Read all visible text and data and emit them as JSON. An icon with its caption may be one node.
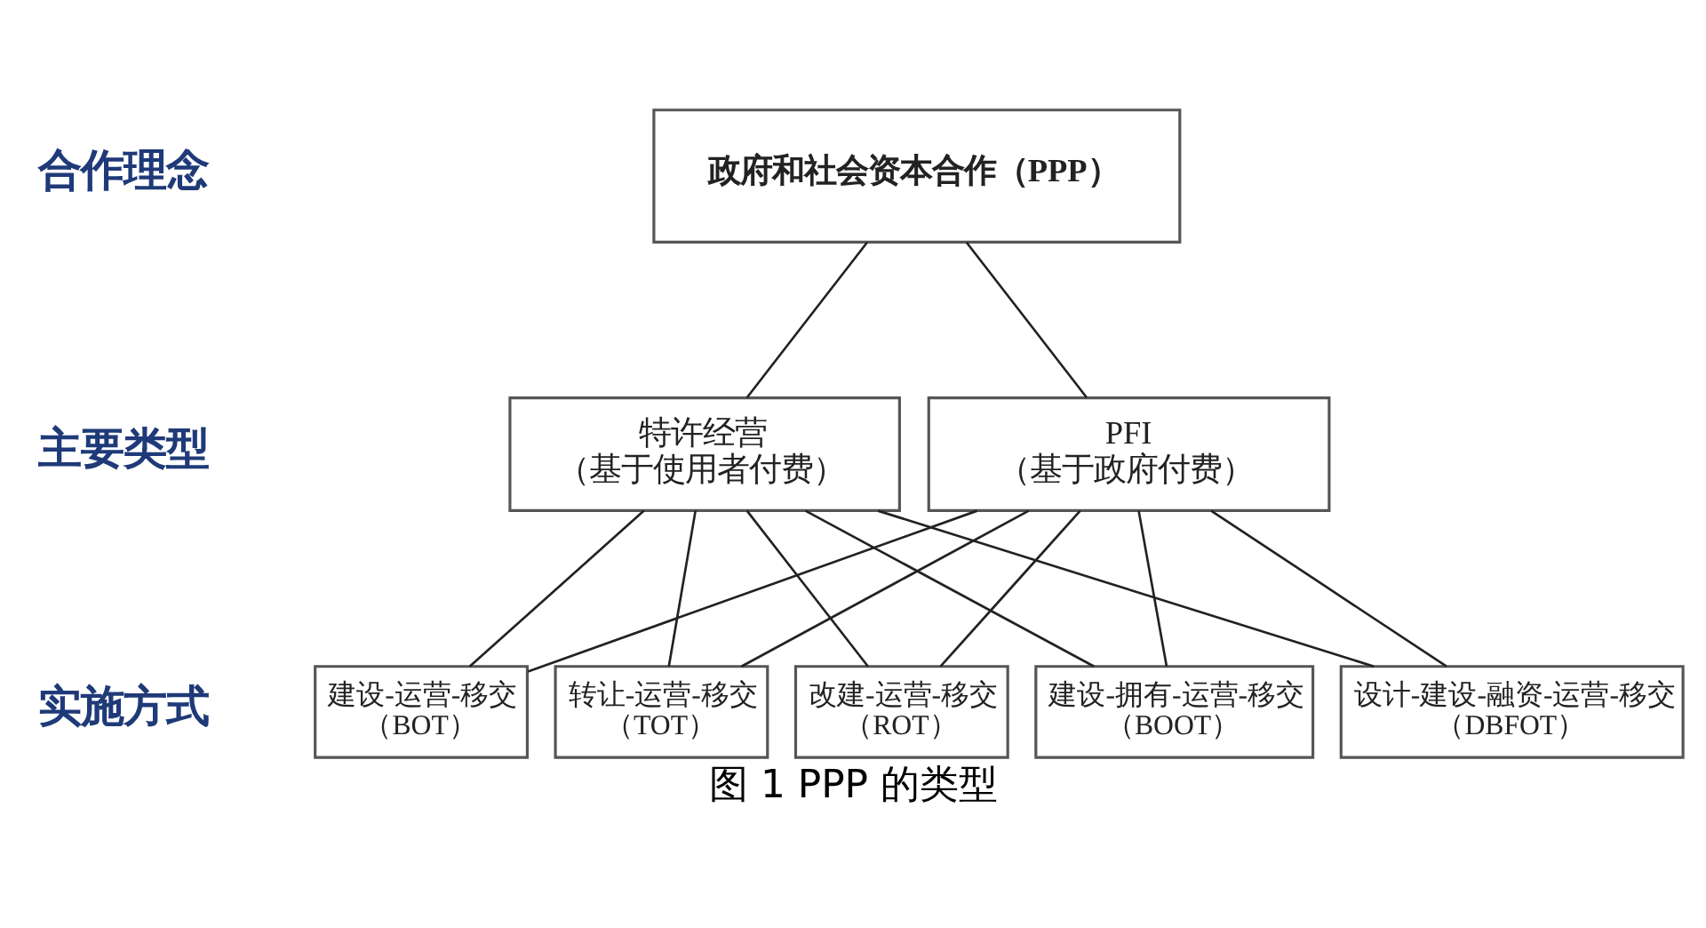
{
  "diagram": {
    "caption": "图 1 PPP 的类型",
    "nodes": [
      {
        "text": [
          "政府和社会资本合作（PPP）"
        ]
      },
      {
        "text": [
          "特许经营",
          "（基于使用者付费）"
        ]
      },
      {
        "text": [
          "PFI",
          "（基于政府付费）"
        ]
      },
      {
        "text": [
          "建设-运营-移交",
          "（BOT）"
        ]
      },
      {
        "text": [
          "转让-运营-移交",
          "（TOT）"
        ]
      },
      {
        "text": [
          "改建-运营-移交",
          "（ROT）"
        ]
      },
      {
        "text": [
          "建设-拥有-运营-移交",
          "（BOOT）"
        ]
      },
      {
        "text": [
          "设计-建设-融资-运营-移交",
          "（DBFOT）"
        ]
      }
    ],
    "edges": [
      {
        "from": 0,
        "to": 1,
        "arrow": "none"
      },
      {
        "from": 0,
        "to": 2,
        "arrow": "none"
      },
      {
        "from": 1,
        "to": 3,
        "arrow": "none"
      },
      {
        "from": 1,
        "to": 4,
        "arrow": "none"
      },
      {
        "from": 1,
        "to": 5,
        "arrow": "none"
      },
      {
        "from": 1,
        "to": 6,
        "arrow": "none"
      },
      {
        "from": 1,
        "to": 7,
        "arrow": "none"
      },
      {
        "from": 2,
        "to": 3,
        "arrow": "none"
      },
      {
        "from": 2,
        "to": 4,
        "arrow": "none"
      },
      {
        "from": 2,
        "to": 5,
        "arrow": "none"
      },
      {
        "from": 2,
        "to": 6,
        "arrow": "none"
      },
      {
        "from": 2,
        "to": 7,
        "arrow": "none"
      }
    ],
    "labels": [
      "合作理念",
      "主要类型",
      "实施方式"
    ]
  }
}
